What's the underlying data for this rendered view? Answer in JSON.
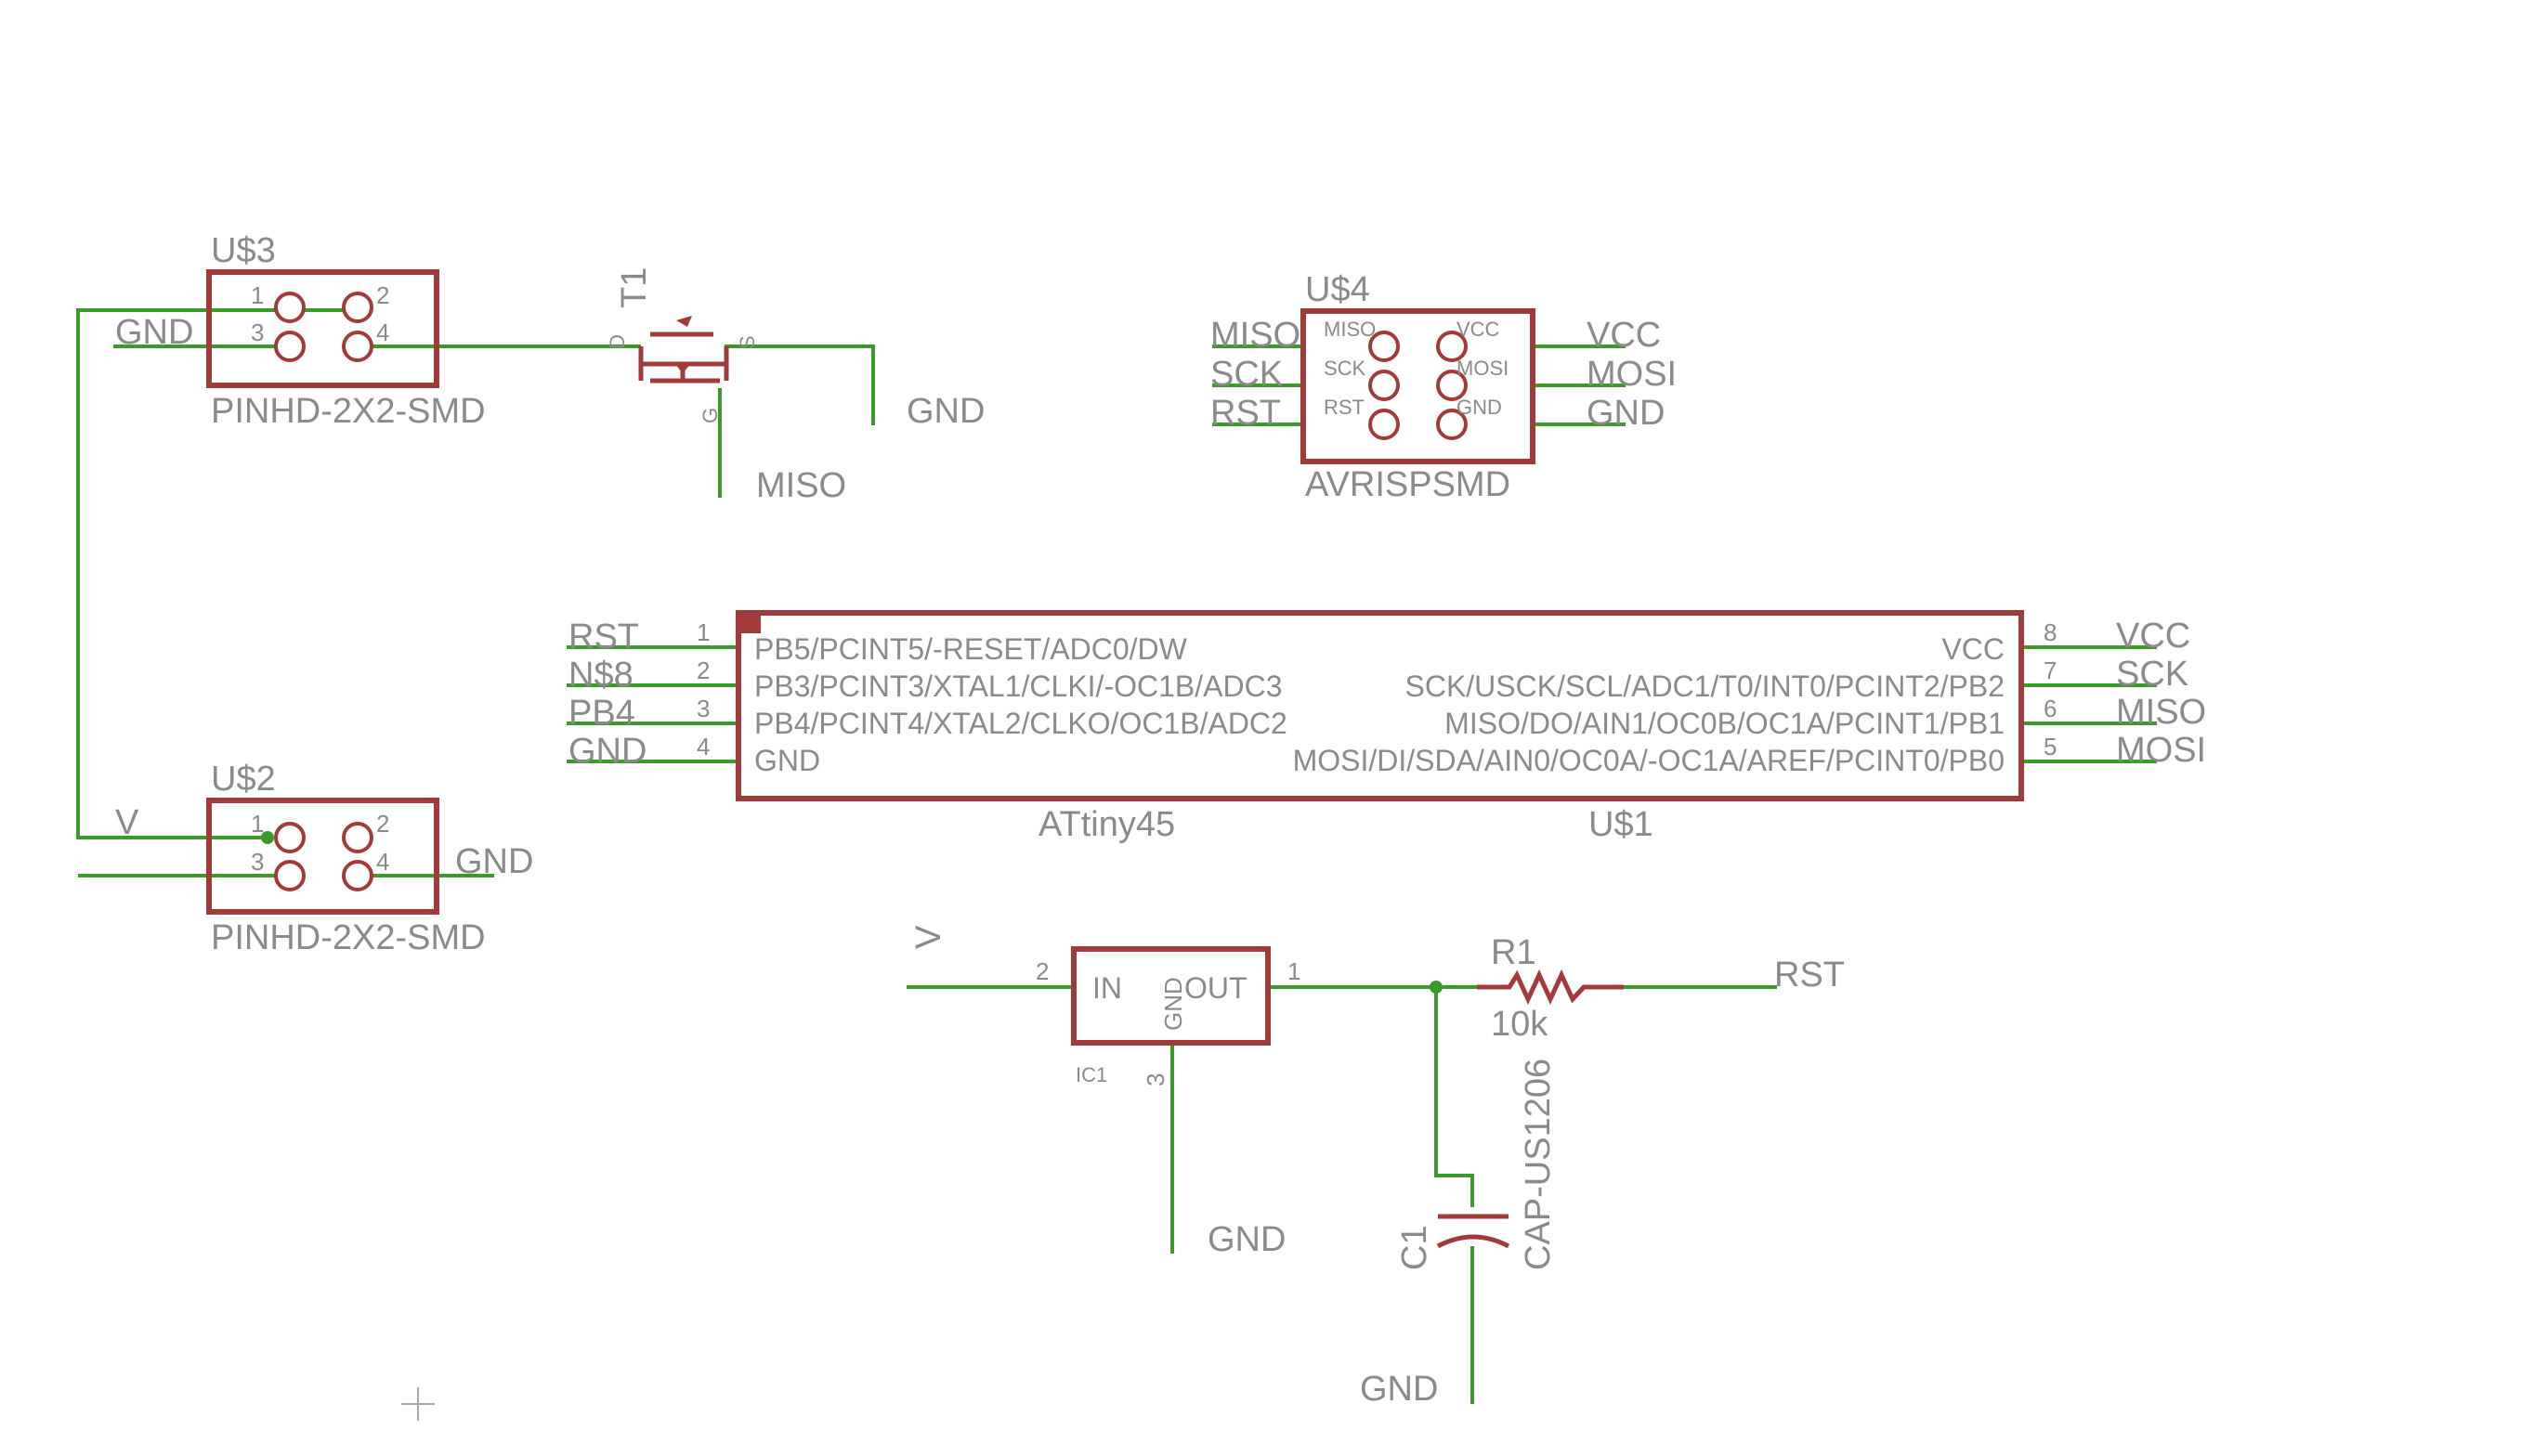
{
  "colors": {
    "wire": "#3a9a2a",
    "symbol": "#a33a3a",
    "text": "#8a8a8a",
    "background": "#ffffff"
  },
  "u3": {
    "name": "U$3",
    "value": "PINHD-2X2-SMD",
    "pins": [
      "1",
      "2",
      "3",
      "4"
    ],
    "net": "GND"
  },
  "t1": {
    "name": "T1",
    "pin_d": "D",
    "pin_s": "S",
    "pin_g": "G",
    "net_s": "GND",
    "net_g": "MISO"
  },
  "u4": {
    "name": "U$4",
    "value": "AVRISPSMD",
    "pins_left": [
      "MISO",
      "SCK",
      "RST"
    ],
    "pins_right": [
      "VCC",
      "MOSI",
      "GND"
    ],
    "nets_left": [
      "MISO",
      "SCK",
      "RST"
    ],
    "nets_right": [
      "VCC",
      "MOSI",
      "GND"
    ]
  },
  "u1": {
    "name": "U$1",
    "value": "ATtiny45",
    "pins_left": [
      {
        "num": "1",
        "label": "PB5/PCINT5/-RESET/ADC0/DW",
        "net": "RST"
      },
      {
        "num": "2",
        "label": "PB3/PCINT3/XTAL1/CLKI/-OC1B/ADC3",
        "net": "N$8"
      },
      {
        "num": "3",
        "label": "PB4/PCINT4/XTAL2/CLKO/OC1B/ADC2",
        "net": "PB4"
      },
      {
        "num": "4",
        "label": "GND",
        "net": "GND"
      }
    ],
    "pins_right": [
      {
        "num": "8",
        "label": "VCC",
        "net": "VCC"
      },
      {
        "num": "7",
        "label": "SCK/USCK/SCL/ADC1/T0/INT0/PCINT2/PB2",
        "net": "SCK"
      },
      {
        "num": "6",
        "label": "MISO/DO/AIN1/OC0B/OC1A/PCINT1/PB1",
        "net": "MISO"
      },
      {
        "num": "5",
        "label": "MOSI/DI/SDA/AIN0/OC0A/-OC1A/AREF/PCINT0/PB0",
        "net": "MOSI"
      }
    ]
  },
  "u2": {
    "name": "U$2",
    "value": "PINHD-2X2-SMD",
    "pins": [
      "1",
      "2",
      "3",
      "4"
    ],
    "net_left": "V",
    "net_right": "GND"
  },
  "ic1": {
    "name": "IC1",
    "pin_in": "IN",
    "pin_out": "OUT",
    "pin_gnd": "GND",
    "num_in": "2",
    "num_out": "1",
    "num_gnd": "3",
    "net_in": "V",
    "net_gnd": "GND"
  },
  "r1": {
    "name": "R1",
    "value": "10k",
    "net": "RST"
  },
  "c1": {
    "name": "C1",
    "value": "CAP-US1206",
    "net": "GND"
  }
}
